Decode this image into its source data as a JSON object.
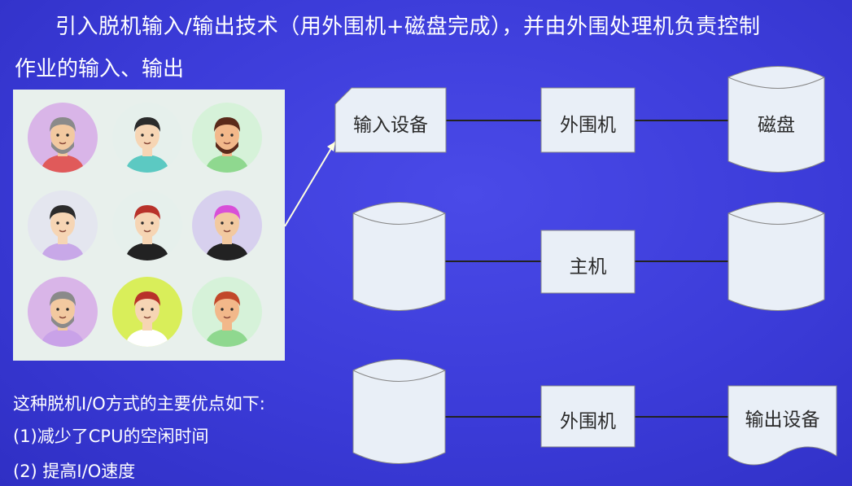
{
  "slide": {
    "title_line1": "引入脱机输入/输出技术（用外围机+磁盘完成），并由外围处理机负责控制",
    "title_line2": "作业的输入、输出"
  },
  "advantages": {
    "heading": "这种脱机I/O方式的主要优点如下:",
    "items": [
      "(1)减少了CPU的空闲时间",
      "(2) 提高I/O速度"
    ]
  },
  "diagram": {
    "row1": {
      "input": "输入设备",
      "peripheral": "外围机",
      "disk": "磁盘"
    },
    "row2": {
      "host": "主机"
    },
    "row3": {
      "peripheral": "外围机",
      "output": "输出设备"
    }
  },
  "avatars": [
    {
      "bg": "#d9b5e8",
      "skin": "#f2c9a0",
      "hair": "#8a8a8a",
      "shirt": "#e05a5a",
      "beard": true
    },
    {
      "bg": "#e6f0ec",
      "skin": "#f6d5b4",
      "hair": "#2b2b2b",
      "shirt": "#5cc9c2",
      "beard": false
    },
    {
      "bg": "#d6f2d9",
      "skin": "#f2b88a",
      "hair": "#5a2a1a",
      "shirt": "#8fd88f",
      "beard": true
    },
    {
      "bg": "#e4e6ef",
      "skin": "#f6d5b4",
      "hair": "#2b2b2b",
      "shirt": "#c8a8e8",
      "beard": false
    },
    {
      "bg": "#e6f0ec",
      "skin": "#f6d5b4",
      "hair": "#b8322a",
      "shirt": "#222222",
      "beard": false
    },
    {
      "bg": "#d7d0ee",
      "skin": "#f2c9a0",
      "hair": "#d84fd8",
      "shirt": "#222222",
      "beard": false
    },
    {
      "bg": "#d9b5e8",
      "skin": "#f2c9a0",
      "hair": "#8a8a8a",
      "shirt": "#c9a2e8",
      "beard": true
    },
    {
      "bg": "#d9ee5a",
      "skin": "#f6d5b4",
      "hair": "#b8322a",
      "shirt": "#ffffff",
      "beard": false
    },
    {
      "bg": "#d6f2d9",
      "skin": "#f2b88a",
      "hair": "#c2482a",
      "shirt": "#8fd88f",
      "beard": false
    }
  ]
}
